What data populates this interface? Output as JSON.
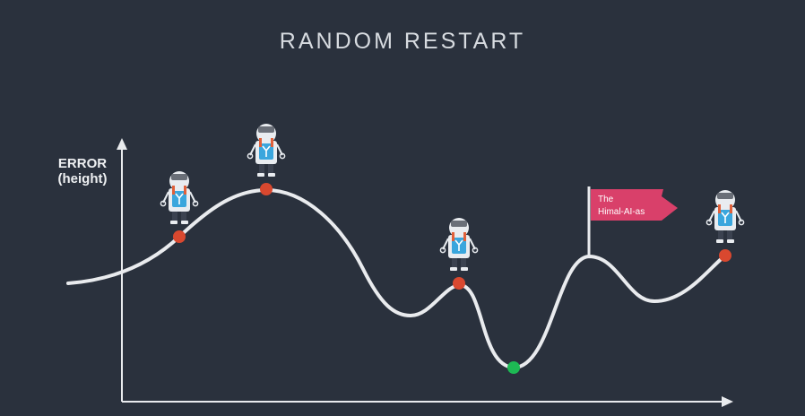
{
  "title": "RANDOM RESTART",
  "axis": {
    "y_label_line1": "ERROR",
    "y_label_line2": "(height)"
  },
  "flag": {
    "line1": "The",
    "line2": "Himal-AI-as"
  },
  "colors": {
    "background": "#2a313d",
    "curve": "#e9ebee",
    "restart_point": "#d9482f",
    "global_minimum_point": "#1db954",
    "flag": "#d9406a",
    "robot_body": "#e9ecf0",
    "robot_screen": "#3aa6dd",
    "robot_accent": "#e0603a"
  },
  "icons": [
    "robot-icon",
    "flag-icon"
  ]
}
